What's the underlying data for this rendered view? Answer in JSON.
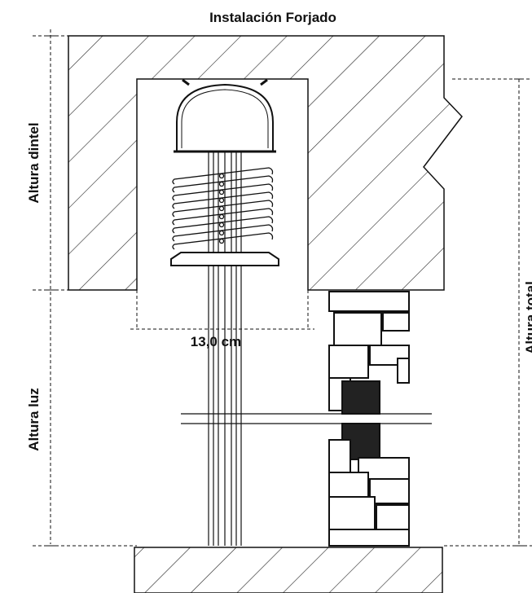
{
  "title": "Instalación Forjado",
  "labels": {
    "lintel_height": "Altura dintel",
    "opening_height": "Altura luz",
    "total_height": "Altura total",
    "box_width": "13,0 cm"
  },
  "colors": {
    "ink": "#111111",
    "hatch": "#222222",
    "background": "#ffffff"
  }
}
